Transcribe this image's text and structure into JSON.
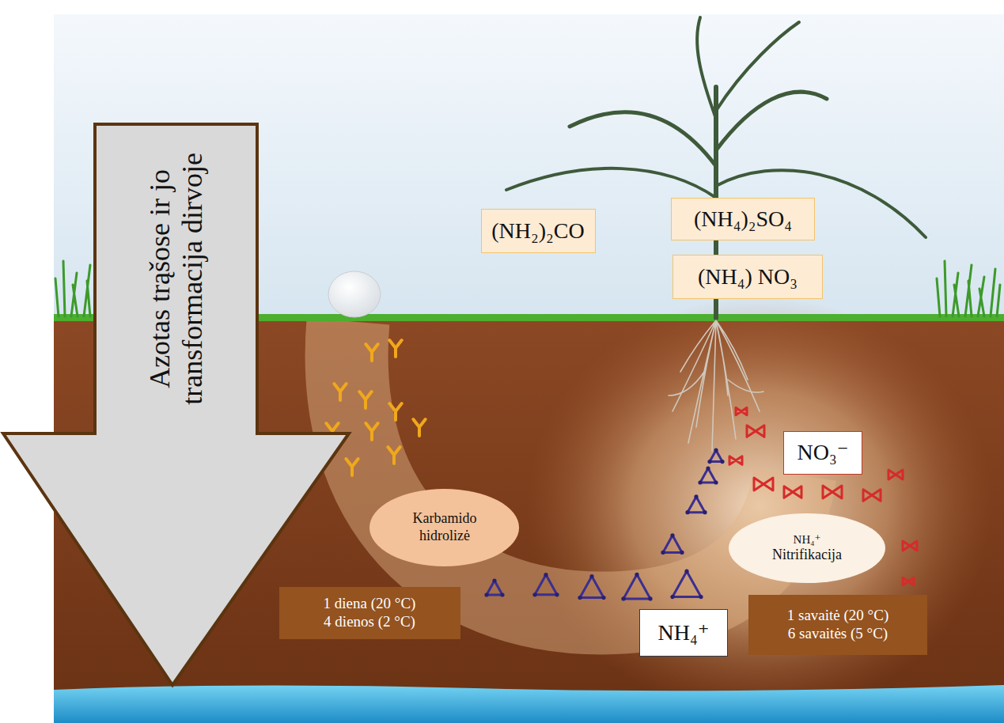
{
  "diagram": {
    "nodes": [
      {
        "text": [
          "Azotas trąšose ir jo transformacija dirvoje"
        ]
      },
      {
        "text": [
          "(NH₂)₂CO"
        ]
      },
      {
        "text": [
          "(NH₄)₂SO₄"
        ]
      },
      {
        "text": [
          "(NH₄) NO₃"
        ]
      },
      {
        "text": [
          "NO₃⁻"
        ]
      },
      {
        "text": [
          "Karbamido hidrolizė"
        ]
      },
      {
        "text": [
          "NH₄⁺",
          "Nitrifikacija"
        ]
      },
      {
        "text": [
          "1 diena (20 °C)",
          "4 dienos (2 °C)"
        ]
      },
      {
        "text": [
          "NH₄⁺"
        ]
      },
      {
        "text": [
          "1 savaitė (20 °C)",
          "6 savaitės (5 °C)"
        ]
      }
    ]
  }
}
